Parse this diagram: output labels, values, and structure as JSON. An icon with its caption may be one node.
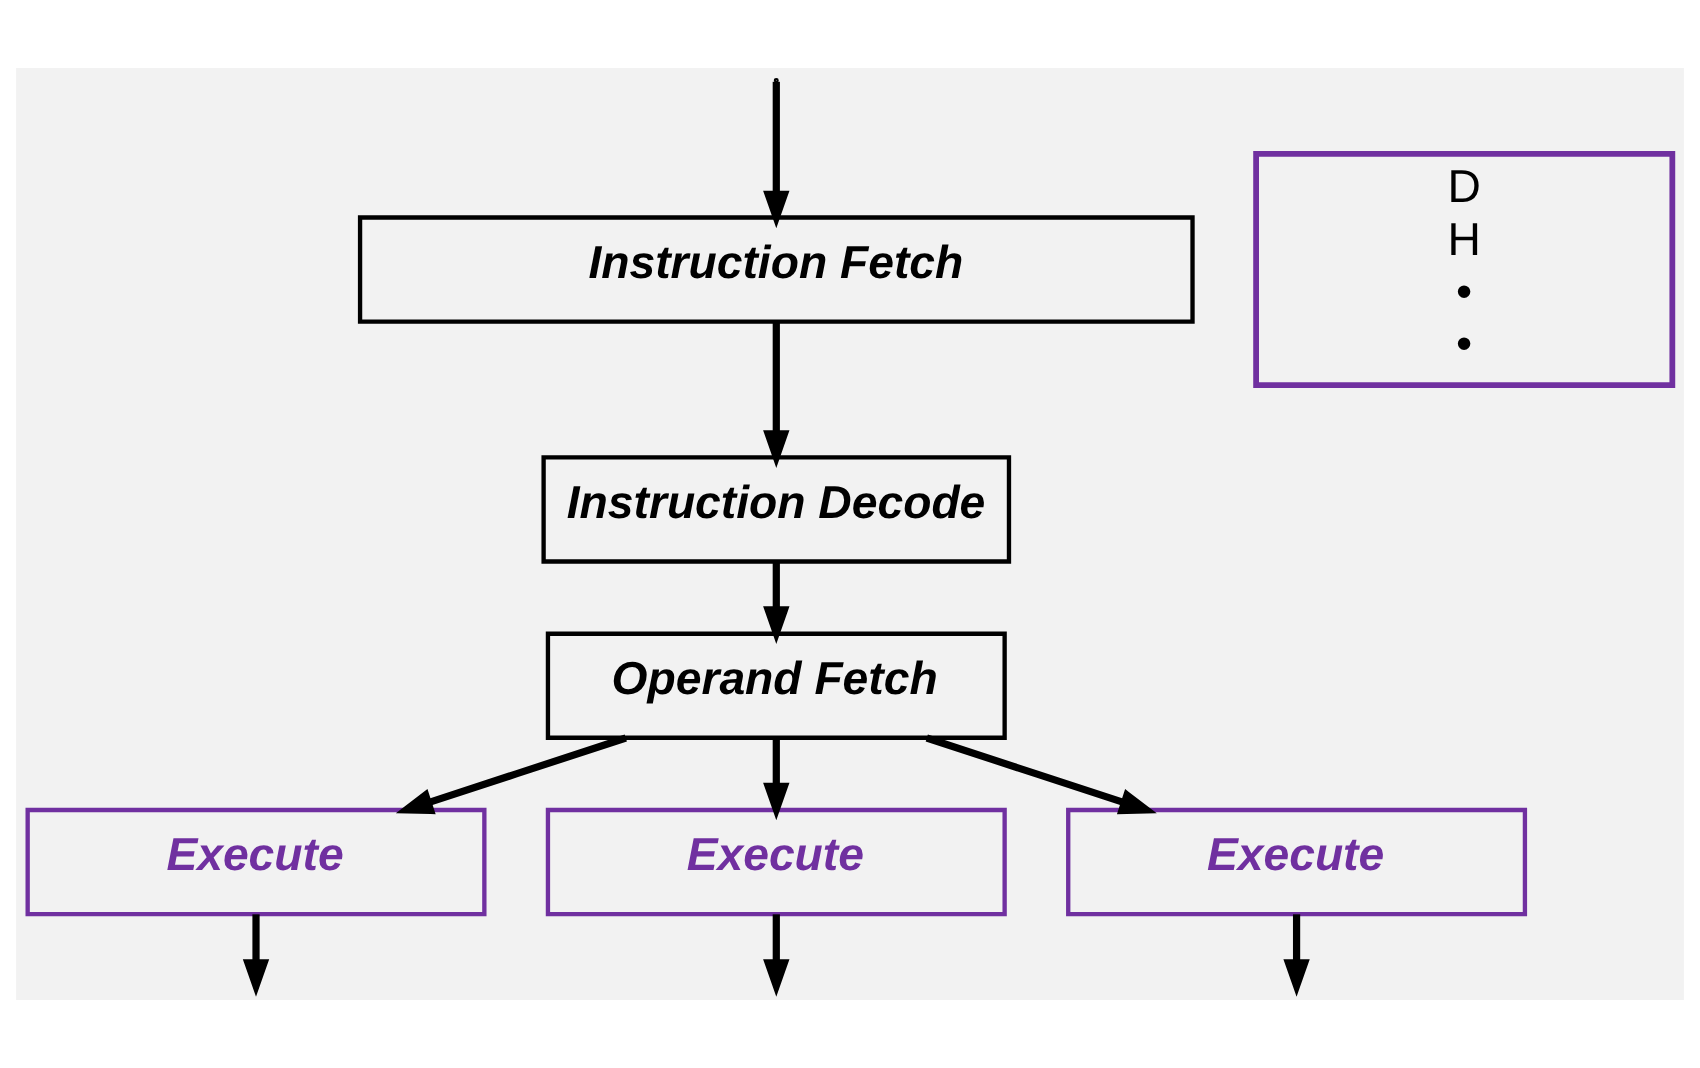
{
  "diagram": {
    "nodes": [
      {
        "text": [
          "Instruction Fetch"
        ]
      },
      {
        "text": [
          "Instruction Decode"
        ]
      },
      {
        "text": [
          "Operand Fetch"
        ]
      },
      {
        "text": [
          "Execute"
        ]
      },
      {
        "text": [
          "Execute"
        ]
      },
      {
        "text": [
          "Execute"
        ]
      },
      {
        "text": [
          "D",
          "H",
          "•",
          "•"
        ]
      }
    ],
    "edges": [
      {
        "from": null,
        "to": 0,
        "arrow": "to"
      },
      {
        "from": 0,
        "to": 1,
        "arrow": "to"
      },
      {
        "from": 1,
        "to": 2,
        "arrow": "to"
      },
      {
        "from": 2,
        "to": 3,
        "arrow": "to"
      },
      {
        "from": 2,
        "to": 4,
        "arrow": "to"
      },
      {
        "from": 2,
        "to": 5,
        "arrow": "to"
      },
      {
        "from": 3,
        "to": null,
        "arrow": "to"
      },
      {
        "from": 4,
        "to": null,
        "arrow": "to"
      },
      {
        "from": 5,
        "to": null,
        "arrow": "to"
      }
    ]
  }
}
